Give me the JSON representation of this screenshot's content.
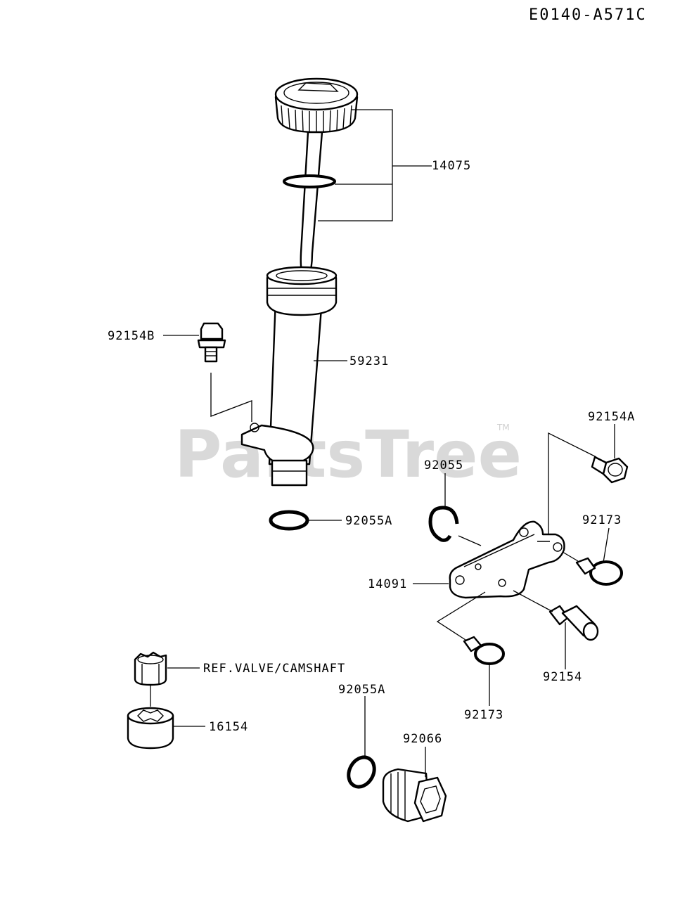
{
  "diagram_code": "E0140-A571C",
  "watermark": {
    "text": "PartsTree",
    "trademark": "TM",
    "color": "#d9d9d9"
  },
  "labels": {
    "p14075": "14075",
    "p92154B": "92154B",
    "p59231": "59231",
    "p92055A_top": "92055A",
    "p92154A": "92154A",
    "p92055": "92055",
    "p92173_right": "92173",
    "p14091": "14091",
    "p92154": "92154",
    "p92173_bottom": "92173",
    "ref_valve": "REF.VALVE/CAMSHAFT",
    "p16154": "16154",
    "p92055A_bottom": "92055A",
    "p92066": "92066"
  },
  "icons": [
    "dipstick-cap-icon",
    "oil-filler-tube-icon",
    "bolt-icon",
    "o-ring-icon",
    "bracket-icon",
    "hose-clamp-icon",
    "fitting-icon",
    "gear-icon",
    "drain-plug-icon"
  ]
}
